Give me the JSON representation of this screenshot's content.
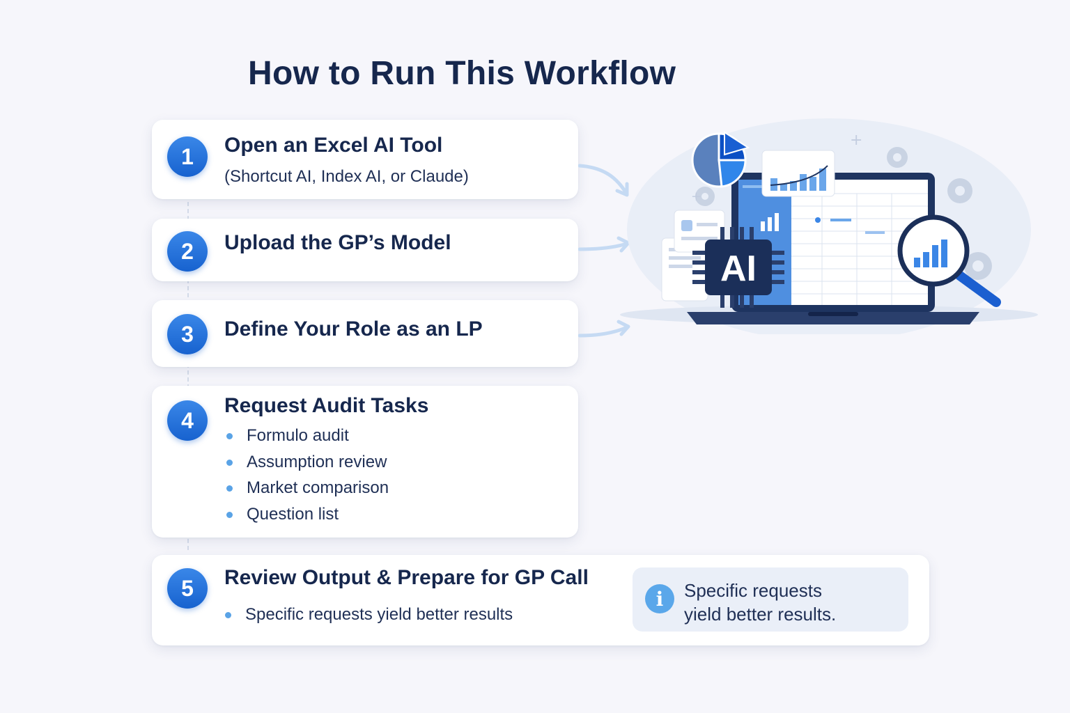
{
  "title": "How to Run This Workflow",
  "steps": [
    {
      "number": "1",
      "title": "Open an Excel AI Tool",
      "subtitle": "(Shortcut AI, Index AI, or Claude)"
    },
    {
      "number": "2",
      "title": "Upload the GP’s Model"
    },
    {
      "number": "3",
      "title": "Define Your Role as an LP"
    },
    {
      "number": "4",
      "title": "Request Audit Tasks",
      "bullets": [
        "Formulo audit",
        "Assumption review",
        "Market comparison",
        "Question list"
      ]
    },
    {
      "number": "5",
      "title": "Review Output & Prepare for GP Call",
      "bullets": [
        "Specific requests yield better results"
      ],
      "tip": {
        "icon": "info-icon",
        "line1": "Specific requests",
        "line2": "yield better results."
      }
    }
  ],
  "illustration": {
    "chip_label": "AI"
  },
  "colors": {
    "accent": "#1762cf",
    "title": "#16274d",
    "bullet": "#5aa3e6",
    "background": "#f6f6fb"
  }
}
